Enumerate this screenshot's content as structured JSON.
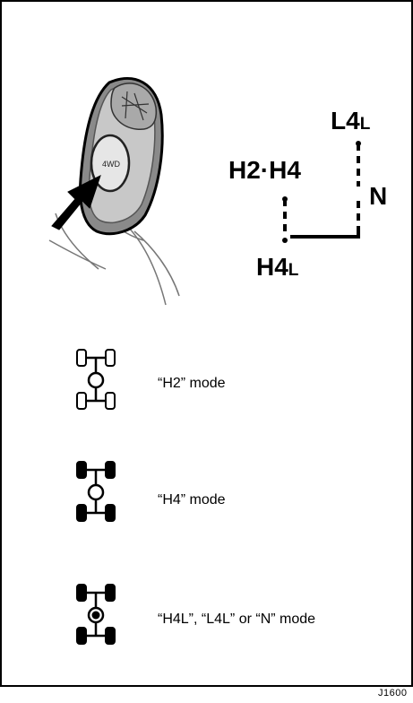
{
  "shift_pattern": {
    "l4l_main": "L4",
    "l4l_sub": "L",
    "h2h4": "H2·H4",
    "n": "N",
    "h4l_main": "H4",
    "h4l_sub": "L"
  },
  "knob": {
    "button_text": "4WD"
  },
  "modes": [
    {
      "icon": "2wd-drivetrain-icon",
      "label": "“H2” mode"
    },
    {
      "icon": "4wd-drivetrain-icon",
      "label": "“H4” mode"
    },
    {
      "icon": "4wd-locked-drivetrain-icon",
      "label": "“H4L”, “L4L” or “N” mode"
    }
  ],
  "figure_code": "J1600"
}
